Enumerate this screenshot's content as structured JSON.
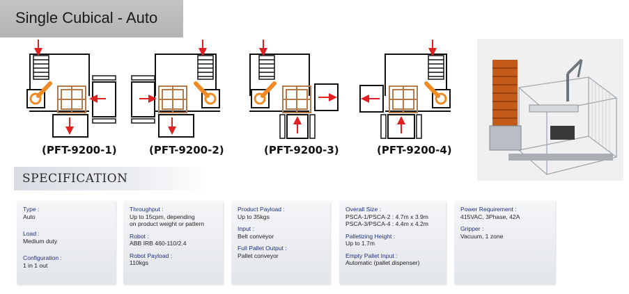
{
  "title": "Single Cubical - Auto",
  "models": [
    "(PFT-9200-1)",
    "(PFT-9200-2)",
    "(PFT-9200-3)",
    "(PFT-9200-4)"
  ],
  "spec_heading": "SPECIFICATION",
  "photo": {
    "description_icon": "robot-cell-photo"
  },
  "specs": {
    "col1": {
      "type_label": "Type :",
      "type_value": "Auto",
      "load_label": "Load :",
      "load_value": "Medium duty",
      "config_label": "Configuration :",
      "config_value": "1 in 1 out"
    },
    "col2": {
      "throughput_label": "Throughput :",
      "throughput_value_1": "Up to 15cpm, depending",
      "throughput_value_2": "on product weight or pattern",
      "robot_label": "Robot :",
      "robot_value": "ABB IRB 460-110/2.4",
      "payload_label": "Robot Payload :",
      "payload_value": "110kgs"
    },
    "col3": {
      "product_payload_label": "Product Payload :",
      "product_payload_value": "Up to 35kgs",
      "input_label": "Input :",
      "input_value": "Belt conveyor",
      "full_output_label": "Full Pallet Output :",
      "full_output_value": "Pallet conveyor"
    },
    "col4": {
      "overall_label": "Overall Size :",
      "overall_value_1": "PSCA-1/PSCA-2  : 4.7m x 3.9m",
      "overall_value_2": "PSCA-3/PSCA-4 : 4.4m x 4.2m",
      "height_label": "Palletizing Height :",
      "height_value": "Up to 1.7m",
      "empty_label": "Empty Pallet Input :",
      "empty_value": "Automatic (pallet dispenser)"
    },
    "col5": {
      "power_label": "Power Requirement :",
      "power_value": "415VAC, 3Phase, 42A",
      "gripper_label": "Gripper :",
      "gripper_value": "Vacuum, 1 zone"
    }
  },
  "colors": {
    "arrow": "#e02020",
    "robot": "#f08a24",
    "pallet": "#b5794a",
    "label_blue": "#1f2f7a"
  }
}
